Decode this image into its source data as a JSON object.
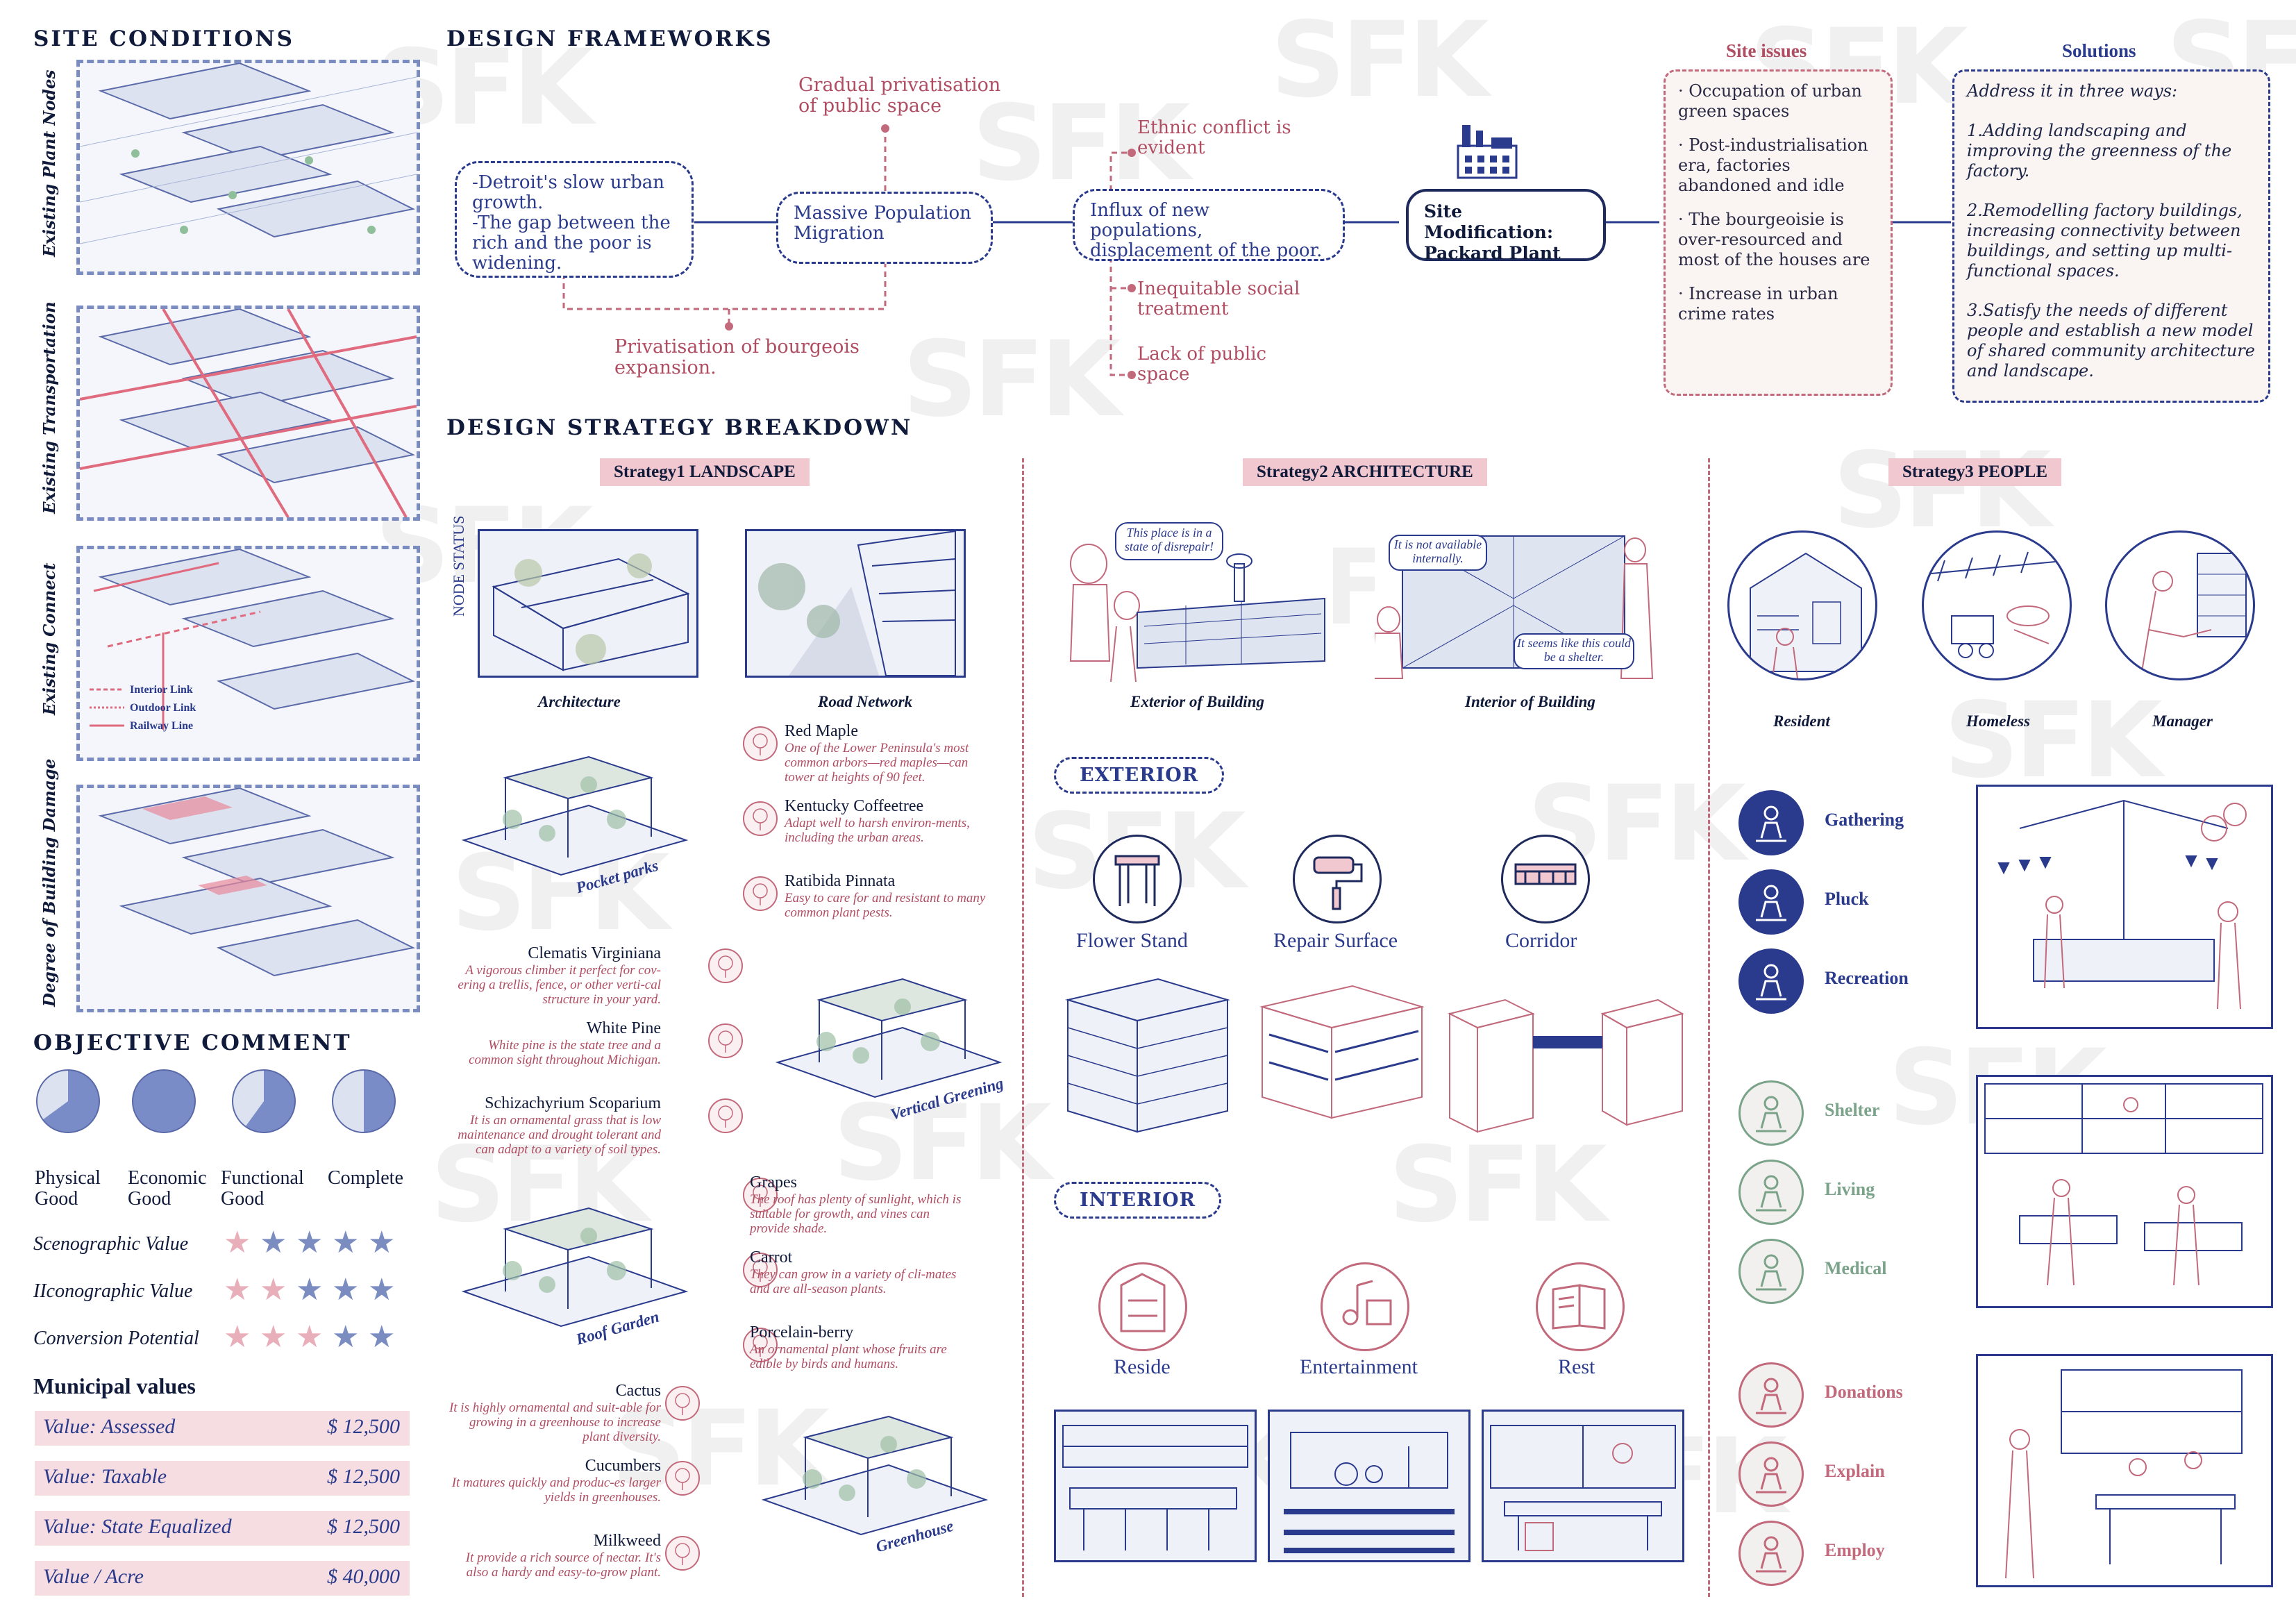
{
  "headers": {
    "site_conditions": "SITE CONDITIONS",
    "design_frameworks": "DESIGN FRAMEWORKS",
    "design_strategy": "DESIGN STRATEGY BREAKDOWN",
    "objective_comment": "OBJECTIVE COMMENT",
    "municipal_values": "Municipal values"
  },
  "site_panels": [
    {
      "label": "Existing Plant Nodes"
    },
    {
      "label": "Existing Transportation"
    },
    {
      "label": "Existing Connect",
      "legend": [
        "Interior Link",
        "Outdoor Link",
        "Railway Line"
      ]
    },
    {
      "label": "Degree of Building Damage"
    }
  ],
  "objective": {
    "pies": [
      {
        "label": "Physical Good",
        "fill_fraction": 0.65
      },
      {
        "label": "Economic Good",
        "fill_fraction": 1.0
      },
      {
        "label": "Functional Good",
        "fill_fraction": 0.6
      },
      {
        "label": "Complete",
        "fill_fraction": 0.5
      }
    ],
    "ratings": [
      {
        "label": "Scenographic Value",
        "stars": 1,
        "max": 5
      },
      {
        "label": "IIconographic Value",
        "stars": 2,
        "max": 5
      },
      {
        "label": "Conversion Potential",
        "stars": 3,
        "max": 5
      }
    ]
  },
  "municipal": [
    {
      "label": "Value: Assessed",
      "value": "$ 12,500"
    },
    {
      "label": "Value: Taxable",
      "value": "$ 12,500"
    },
    {
      "label": "Value: State Equalized",
      "value": "$ 12,500"
    },
    {
      "label": "Value / Acre",
      "value": "$ 40,000"
    }
  ],
  "framework": {
    "growth": "-Detroit's slow urban growth.\n-The gap between the rich and the poor is widening.",
    "gradual": "Gradual privatisation\nof public space",
    "migration": "Massive Population\nMigration",
    "bourgeois": "Privatisation of bourgeois\nexpansion.",
    "ethnic": "Ethnic conflict is\nevident",
    "influx": "Influx of new populations,\ndisplacement of the poor.",
    "inequitable": "Inequitable social\ntreatment",
    "lack": "Lack of public\nspace",
    "site_mod": "Site Modification:\nPackard Plant",
    "issues_title": "Site issues",
    "issues": [
      "· Occupation of urban green spaces",
      "· Post-industrialisation era, factories abandoned and idle",
      "· The bourgeoisie is over-resourced and most of the houses are",
      "· Increase in urban crime rates"
    ],
    "solutions_title": "Solutions",
    "solutions": [
      "Address it in three ways:",
      "1.Adding landscaping and improving the greenness of the factory.",
      "2.Remodelling factory buildings, increasing connectivity between buildings, and setting up multi-functional spaces.",
      "3.Satisfy the needs of different people and establish a new model of shared community architecture and landscape."
    ]
  },
  "strategy1": {
    "title": "Strategy1   LANDSCAPE",
    "node_status": "NODE STATUS",
    "photo1": "Architecture",
    "photo2": "Road Network",
    "groups": [
      {
        "name": "Pocket parks",
        "plants": [
          {
            "name": "Red Maple",
            "desc": "One of the Lower Peninsula's most common arbors—red maples—can tower at heights of 90 feet."
          },
          {
            "name": "Kentucky Coffeetree",
            "desc": "Adapt well to harsh environ-ments, including the urban areas."
          },
          {
            "name": "Ratibida Pinnata",
            "desc": "Easy to care for and resistant to many common plant pests."
          }
        ]
      },
      {
        "name": "Vertical Greening",
        "plants": [
          {
            "name": "Clematis Virginiana",
            "desc": "A vigorous climber it perfect for cov-ering a trellis, fence, or other verti-cal structure in your yard."
          },
          {
            "name": "White Pine",
            "desc": "White pine is the state tree and a common sight throughout Michigan."
          },
          {
            "name": "Schizachyrium Scoparium",
            "desc": "It is an ornamental grass that is low maintenance and drought tolerant and can adapt to a variety of soil types."
          }
        ]
      },
      {
        "name": "Roof Garden",
        "plants": [
          {
            "name": "Grapes",
            "desc": "The roof has plenty of sunlight, which is suitable for growth, and vines can provide shade."
          },
          {
            "name": "Carrot",
            "desc": "They can grow in a variety of cli-mates and are all-season plants."
          },
          {
            "name": "Porcelain-berry",
            "desc": "An ornamental plant whose fruits are edible by birds and humans."
          }
        ]
      },
      {
        "name": "Greenhouse",
        "plants": [
          {
            "name": "Cactus",
            "desc": "It is highly ornamental and suit-able for growing in a greenhouse to increase plant diversity."
          },
          {
            "name": "Cucumbers",
            "desc": "It matures quickly and produc-es larger yields in greenhouses."
          },
          {
            "name": "Milkweed",
            "desc": "It provide a rich source of nectar. It's also a hardy and easy-to-grow plant."
          }
        ]
      }
    ]
  },
  "strategy2": {
    "title": "Strategy2   ARCHITECTURE",
    "bubble1": "This place is in a state of disrepair!",
    "bubble2": "It is not available internally.",
    "bubble3": "It seems like this could be a shelter.",
    "cap1": "Exterior of Building",
    "cap2": "Interior of Building",
    "exterior": "EXTERIOR",
    "interior": "INTERIOR",
    "ext_items": [
      "Flower Stand",
      "Repair Surface",
      "Corridor"
    ],
    "int_items": [
      "Reside",
      "Entertainment",
      "Rest"
    ]
  },
  "strategy3": {
    "title": "Strategy3   PEOPLE",
    "people": [
      "Resident",
      "Homeless",
      "Manager"
    ],
    "group1": [
      "Gathering",
      "Pluck",
      "Recreation"
    ],
    "group2": [
      "Shelter",
      "Living",
      "Medical"
    ],
    "group3": [
      "Donations",
      "Explain",
      "Employ"
    ]
  },
  "watermark": "SFK",
  "colors": {
    "navy": "#2a3a8c",
    "rose": "#b04d62",
    "pink_bg": "#f1c8cf",
    "sage": "#7aa38a",
    "star_on": "#e8aeb9"
  }
}
